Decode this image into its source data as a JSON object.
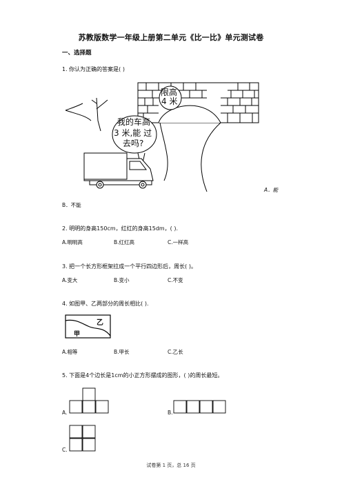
{
  "title": "苏教版数学一年级上册第二单元《比一比》单元测试卷",
  "section1": "一、选择题",
  "q1": {
    "text": "1. 你认为正确的答案是( )",
    "sign_line1": "限高",
    "sign_line2": "4 米",
    "bubble_line1": "我的车高",
    "bubble_line2": "3 米,能 过",
    "bubble_line3": "去吗?",
    "opt_a": "A．能",
    "opt_b": "B．不能"
  },
  "q2": {
    "text": "2. 明明的身高150cm，红红的身高15dm，( ).",
    "opts": [
      "A.明明高",
      "B.红红高",
      "C.一样高"
    ]
  },
  "q3": {
    "text": "3. 把一个长方形框架拉成一个平行四边形后，周长( )。",
    "opts": [
      "A.变大",
      "B.变小",
      "C.不变"
    ]
  },
  "q4": {
    "text": "4. 如图甲、乙两部分的周长相比( ).",
    "label_jia": "甲",
    "label_yi": "乙",
    "opts": [
      "A.相等",
      "B.甲长",
      "C.乙长"
    ]
  },
  "q5": {
    "text": "5. 下面是4个边长是1cm的小正方形摆成的图形，( )的周长最短。",
    "opts": [
      "A.",
      "B.",
      "C."
    ]
  },
  "footer": "试卷第 1 页，总 16 页"
}
